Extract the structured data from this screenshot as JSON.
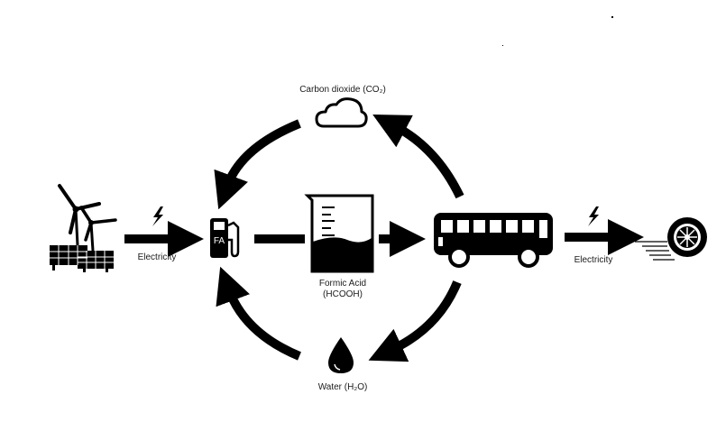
{
  "labels": {
    "co2": "Carbon dioxide (CO₂)",
    "water": "Water (H₂O)",
    "formic_name": "Formic Acid",
    "formic_formula": "(HCOOH)",
    "electricity_left": "Electricity",
    "electricity_right": "Electricity",
    "station_mark": "FA"
  },
  "icons": [
    "wind-solar-icon",
    "lightning-icon",
    "fuel-pump-icon",
    "beaker-icon",
    "bus-icon",
    "lightning-icon",
    "wheel-icon",
    "cloud-icon",
    "water-drop-icon"
  ],
  "colors": {
    "ink": "#000000",
    "background": "#ffffff"
  }
}
